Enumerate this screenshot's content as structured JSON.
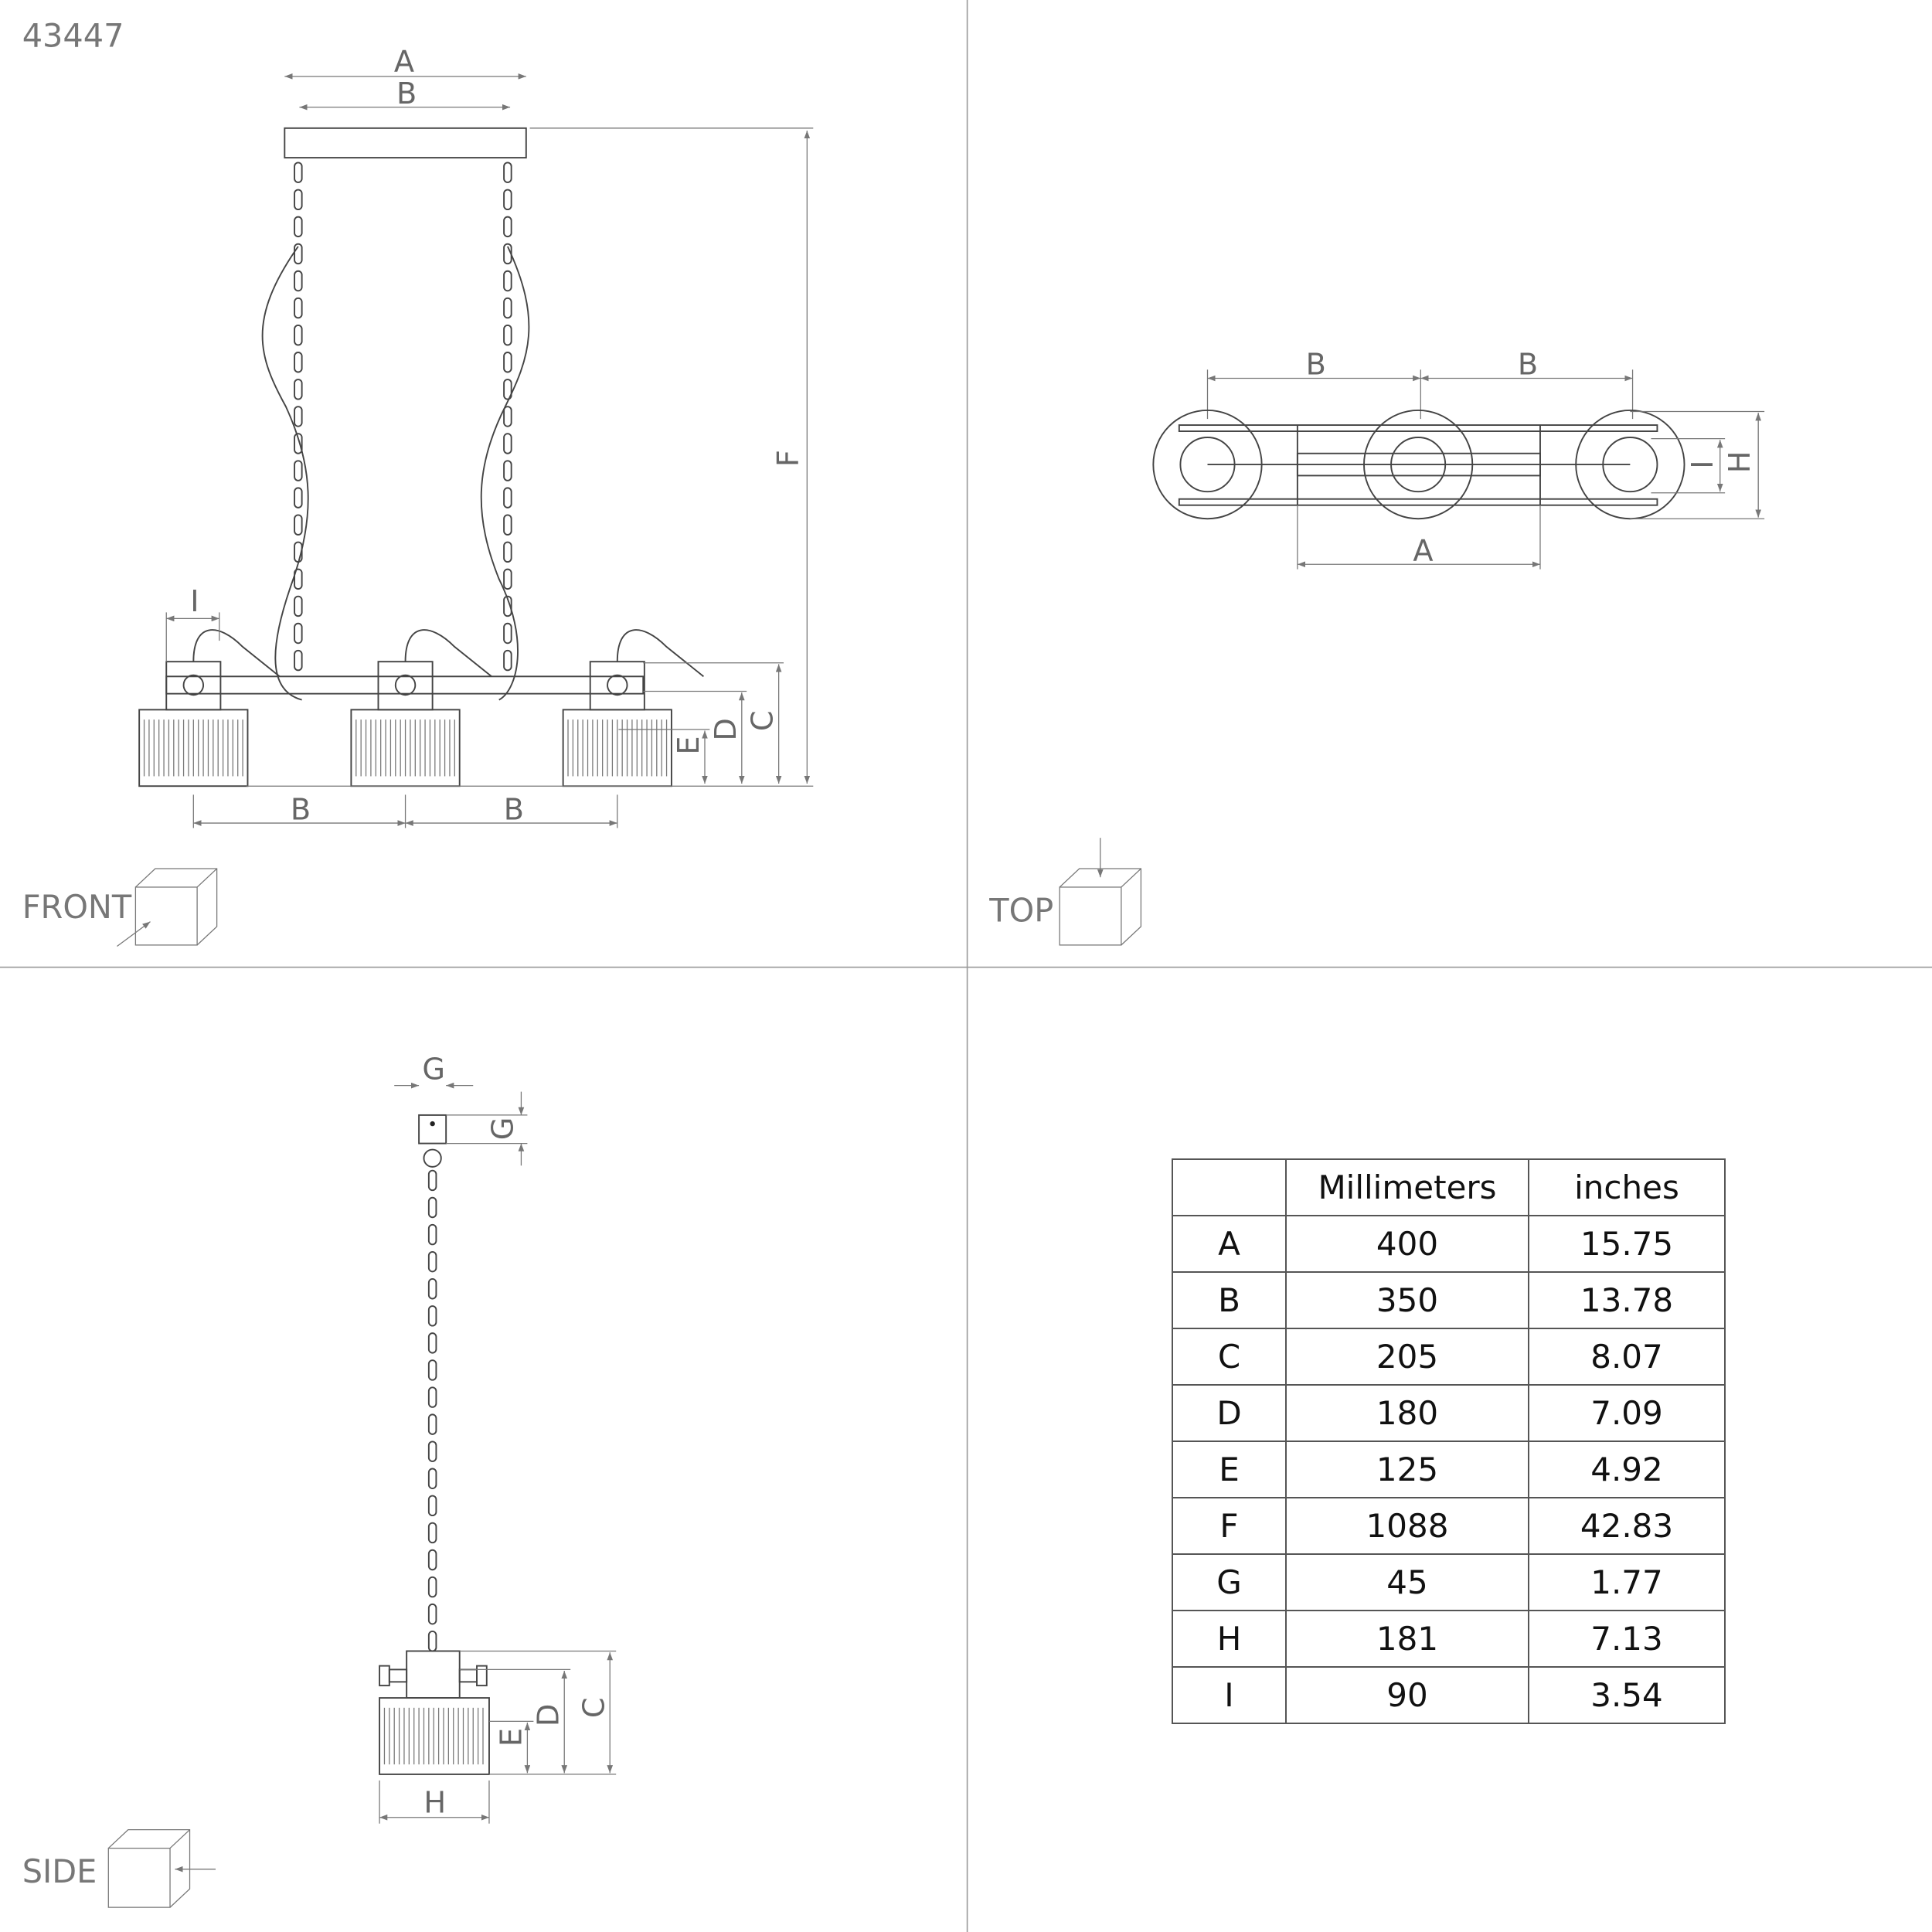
{
  "product_code": "43447",
  "views": {
    "front": "FRONT",
    "top": "TOP",
    "side": "SIDE"
  },
  "dimension_labels": {
    "A": "A",
    "B": "B",
    "C": "C",
    "D": "D",
    "E": "E",
    "F": "F",
    "G": "G",
    "H": "H",
    "I": "I"
  },
  "table": {
    "headers": [
      "",
      "Millimeters",
      "inches"
    ],
    "rows": [
      {
        "dim": "A",
        "mm": "400",
        "in": "15.75"
      },
      {
        "dim": "B",
        "mm": "350",
        "in": "13.78"
      },
      {
        "dim": "C",
        "mm": "205",
        "in": "8.07"
      },
      {
        "dim": "D",
        "mm": "180",
        "in": "7.09"
      },
      {
        "dim": "E",
        "mm": "125",
        "in": "4.92"
      },
      {
        "dim": "F",
        "mm": "1088",
        "in": "42.83"
      },
      {
        "dim": "G",
        "mm": "45",
        "in": "1.77"
      },
      {
        "dim": "H",
        "mm": "181",
        "in": "7.13"
      },
      {
        "dim": "I",
        "mm": "90",
        "in": "3.54"
      }
    ]
  }
}
